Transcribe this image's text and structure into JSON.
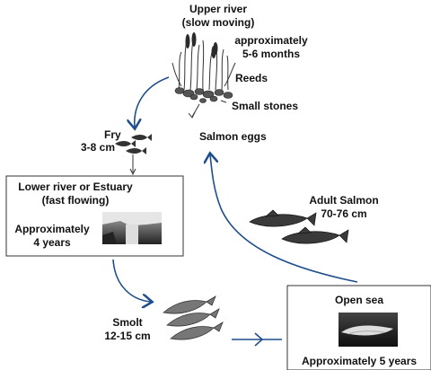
{
  "stages": {
    "upper_river": {
      "line1": "Upper river",
      "line2": "(slow moving)"
    },
    "upper_duration": {
      "line1": "approximately",
      "line2": "5-6 months"
    },
    "reeds": "Reeds",
    "small_stones": "Small stones",
    "salmon_eggs": "Salmon eggs",
    "fry": {
      "name": "Fry",
      "size": "3-8 cm"
    },
    "lower_river": {
      "line1": "Lower river or Estuary",
      "line2": "(fast flowing)",
      "duration1": "Approximately",
      "duration2": "4 years"
    },
    "adult": {
      "name": "Adult Salmon",
      "size": "70-76 cm"
    },
    "smolt": {
      "name": "Smolt",
      "size": "12-15 cm"
    },
    "open_sea": {
      "title": "Open sea",
      "duration": "Approximately 5 years"
    }
  },
  "colors": {
    "arrow": "#1f4e8c",
    "text": "#111111",
    "fish_dark": "#3a3a3a",
    "box_border": "#333333"
  }
}
